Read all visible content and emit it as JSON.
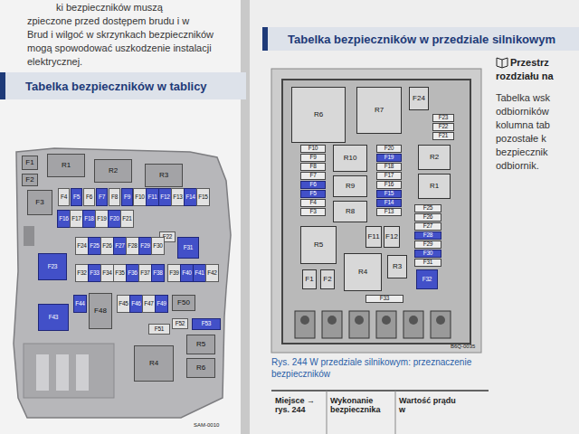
{
  "diagram": {
    "caption": "Rys. 244 W przedziale silnikowym: przeznaczenie bezpieczników",
    "nodes": [
      {
        "text": [
          "Tabelka bezpieczników w tablicy"
        ]
      },
      {
        "text": [
          "R1"
        ]
      },
      {
        "text": [
          "R2"
        ]
      },
      {
        "text": [
          "R3"
        ]
      },
      {
        "text": [
          "F1"
        ]
      },
      {
        "text": [
          "F2"
        ]
      },
      {
        "text": [
          "F3"
        ]
      },
      {
        "text": [
          "F4"
        ]
      },
      {
        "text": [
          "F5"
        ]
      },
      {
        "text": [
          "F6"
        ]
      },
      {
        "text": [
          "F7"
        ]
      },
      {
        "text": [
          "F8"
        ]
      },
      {
        "text": [
          "F9"
        ]
      },
      {
        "text": [
          "F10"
        ]
      },
      {
        "text": [
          "F11"
        ]
      },
      {
        "text": [
          "F12"
        ]
      },
      {
        "text": [
          "F13"
        ]
      },
      {
        "text": [
          "F14"
        ]
      },
      {
        "text": [
          "F15"
        ]
      },
      {
        "text": [
          "F16"
        ]
      },
      {
        "text": [
          "F17"
        ]
      },
      {
        "text": [
          "F18"
        ]
      },
      {
        "text": [
          "F19"
        ]
      },
      {
        "text": [
          "F20"
        ]
      },
      {
        "text": [
          "F21"
        ]
      },
      {
        "text": [
          "F22"
        ]
      },
      {
        "text": [
          "F23"
        ]
      },
      {
        "text": [
          "F24"
        ]
      },
      {
        "text": [
          "F25"
        ]
      },
      {
        "text": [
          "F26"
        ]
      },
      {
        "text": [
          "F27"
        ]
      },
      {
        "text": [
          "F28"
        ]
      },
      {
        "text": [
          "F29"
        ]
      },
      {
        "text": [
          "F30"
        ]
      },
      {
        "text": [
          "F31"
        ]
      },
      {
        "text": [
          "F32"
        ]
      },
      {
        "text": [
          "F33"
        ]
      },
      {
        "text": [
          "F34"
        ]
      },
      {
        "text": [
          "F35"
        ]
      },
      {
        "text": [
          "F36"
        ]
      },
      {
        "text": [
          "F37"
        ]
      },
      {
        "text": [
          "F38"
        ]
      },
      {
        "text": [
          "F39"
        ]
      },
      {
        "text": [
          "F40"
        ]
      },
      {
        "text": [
          "F41"
        ]
      },
      {
        "text": [
          "F42"
        ]
      },
      {
        "text": [
          "F43"
        ]
      },
      {
        "text": [
          "F44"
        ]
      },
      {
        "text": [
          "F45"
        ]
      },
      {
        "text": [
          "F46"
        ]
      },
      {
        "text": [
          "F47"
        ]
      },
      {
        "text": [
          "F48"
        ]
      },
      {
        "text": [
          "F49"
        ]
      },
      {
        "text": [
          "F50"
        ]
      },
      {
        "text": [
          "F51"
        ]
      },
      {
        "text": [
          "F52"
        ]
      },
      {
        "text": [
          "F53"
        ]
      },
      {
        "text": [
          "R4"
        ]
      },
      {
        "text": [
          "R5"
        ]
      },
      {
        "text": [
          "R6"
        ]
      },
      {
        "text": [
          "Tabelka bezpieczników w przedziale silnikowym"
        ]
      },
      {
        "text": [
          "R6"
        ]
      },
      {
        "text": [
          "R7"
        ]
      },
      {
        "text": [
          "F24"
        ]
      },
      {
        "text": [
          "F23"
        ]
      },
      {
        "text": [
          "F22"
        ]
      },
      {
        "text": [
          "F21"
        ]
      },
      {
        "text": [
          "R2"
        ]
      },
      {
        "text": [
          "R1"
        ]
      },
      {
        "text": [
          "F20"
        ]
      },
      {
        "text": [
          "F19"
        ]
      },
      {
        "text": [
          "F18"
        ]
      },
      {
        "text": [
          "F17"
        ]
      },
      {
        "text": [
          "F16"
        ]
      },
      {
        "text": [
          "F15"
        ]
      },
      {
        "text": [
          "F14"
        ]
      },
      {
        "text": [
          "F13"
        ]
      },
      {
        "text": [
          "R10"
        ]
      },
      {
        "text": [
          "R9"
        ]
      },
      {
        "text": [
          "R8"
        ]
      },
      {
        "text": [
          "F10"
        ]
      },
      {
        "text": [
          "F9"
        ]
      },
      {
        "text": [
          "F8"
        ]
      },
      {
        "text": [
          "F7"
        ]
      },
      {
        "text": [
          "F6"
        ]
      },
      {
        "text": [
          "F5"
        ]
      },
      {
        "text": [
          "F4"
        ]
      },
      {
        "text": [
          "F3"
        ]
      },
      {
        "text": [
          "F11"
        ]
      },
      {
        "text": [
          "F12"
        ]
      },
      {
        "text": [
          "R5"
        ]
      },
      {
        "text": [
          "R4"
        ]
      },
      {
        "text": [
          "R3"
        ]
      },
      {
        "text": [
          "F1"
        ]
      },
      {
        "text": [
          "F2"
        ]
      },
      {
        "text": [
          "F25"
        ]
      },
      {
        "text": [
          "F26"
        ]
      },
      {
        "text": [
          "F27"
        ]
      },
      {
        "text": [
          "F28"
        ]
      },
      {
        "text": [
          "F29"
        ]
      },
      {
        "text": [
          "F30"
        ]
      },
      {
        "text": [
          "F31"
        ]
      },
      {
        "text": [
          "F32"
        ]
      },
      {
        "text": [
          "F33"
        ]
      }
    ],
    "labels": [
      "ki bezpieczników muszą",
      "zpieczone przed dostępem brudu i w",
      "Brud i wilgoć w skrzynkach bezpieczników",
      "mogą spowodować uszkodzenie instalacji",
      "elektrycznej.",
      "SAM-0010",
      "B6Q-0035",
      "Przestrz",
      "rozdziału na",
      "Tabelka wsk",
      "odbiorników",
      "kolumna tab",
      "pozostałe k",
      "bezpiecznik",
      "odbiornik.",
      "Miejsce → rys. 244",
      "Wykonanie bezpiecznika",
      "Wartość prądu w"
    ]
  }
}
